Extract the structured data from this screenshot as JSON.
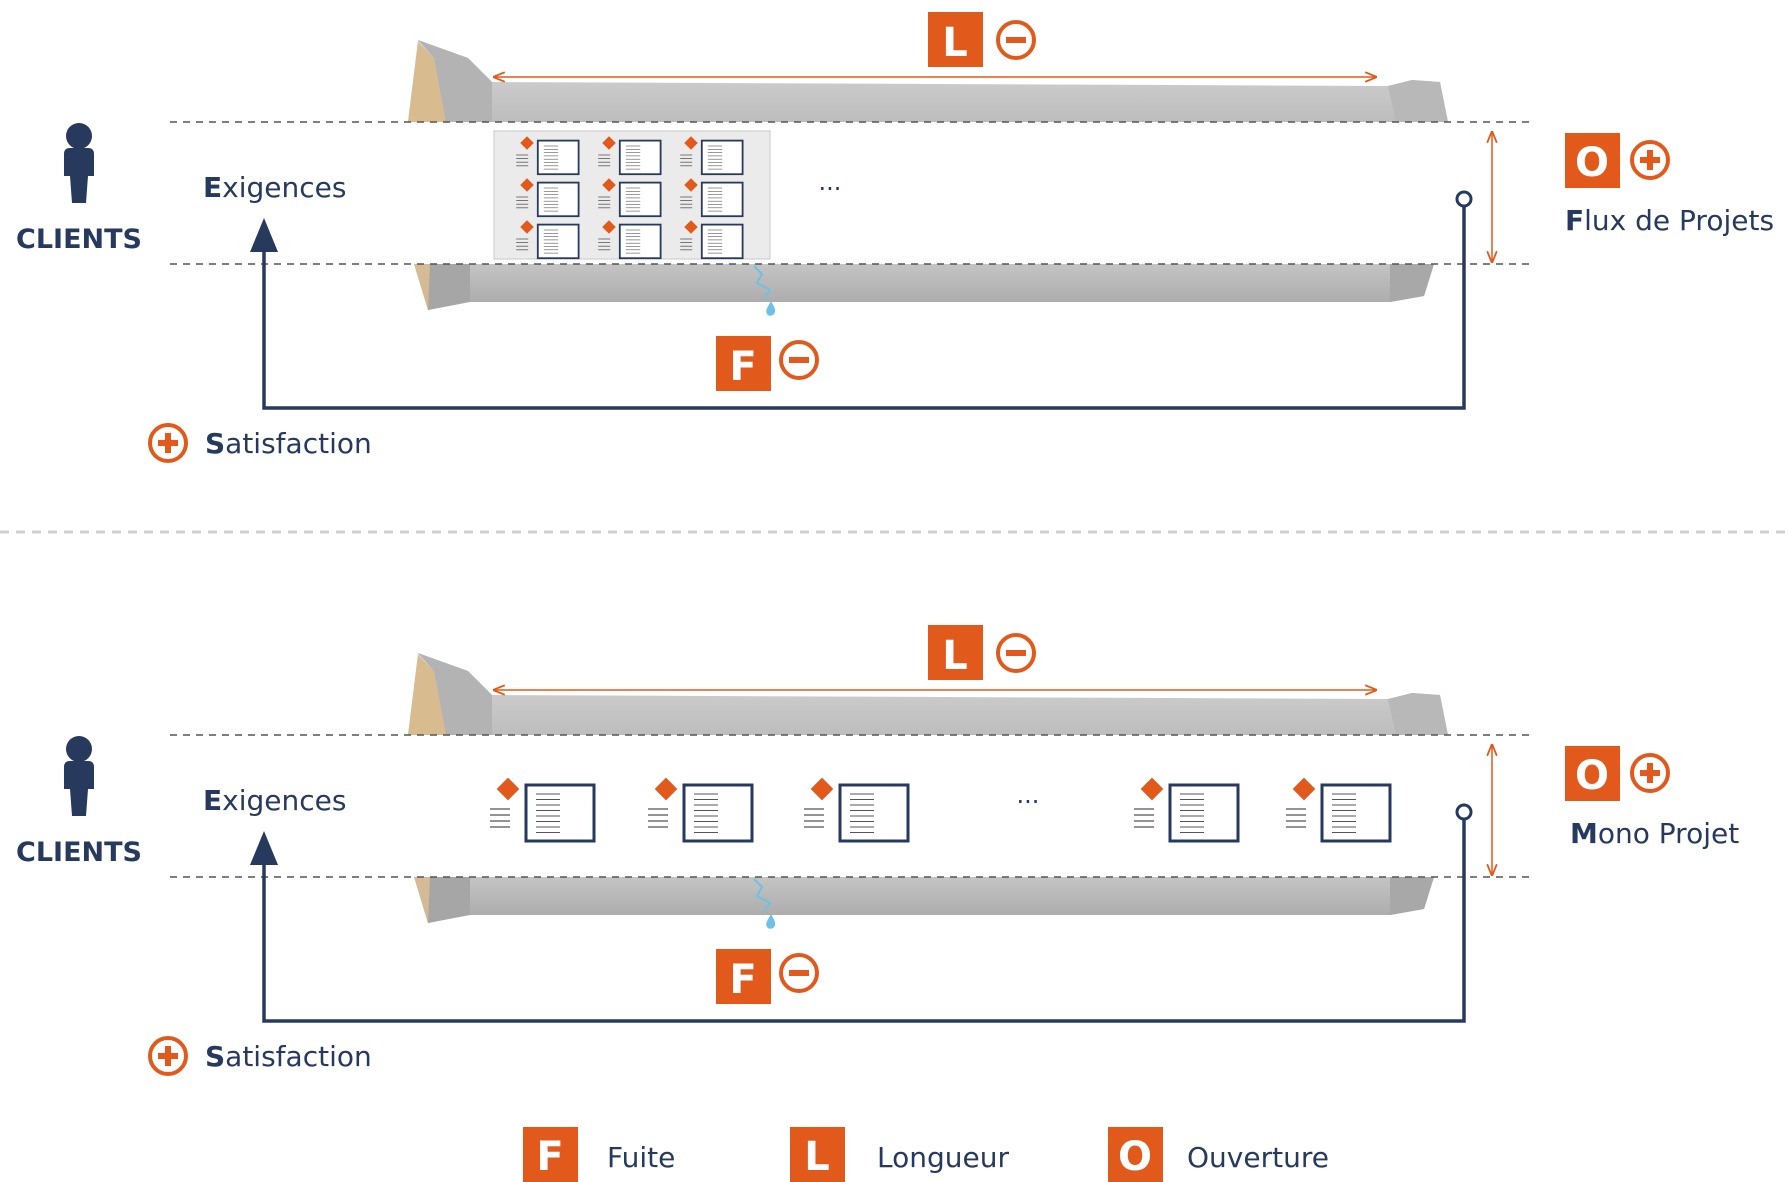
{
  "colors": {
    "navy": "#273a5e",
    "orange": "#e15a1c",
    "pipe": "#c9c9c9",
    "pipe_dark": "#a9a9a9",
    "sand": "#d8bb8e",
    "water": "#6ec1e4",
    "gray_panel": "#ebebeb"
  },
  "top": {
    "clients_label": "CLIENTS",
    "exigences_initial": "E",
    "exigences_rest": "xigences",
    "ellipsis": "...",
    "length_letter": "L",
    "fuite_letter": "F",
    "ouverture_letter": "O",
    "project_initial": "F",
    "project_rest": "lux de Projets",
    "satisfaction_initial": "S",
    "satisfaction_rest": "atisfaction"
  },
  "bottom": {
    "clients_label": "CLIENTS",
    "exigences_initial": "E",
    "exigences_rest": "xigences",
    "ellipsis": "...",
    "length_letter": "L",
    "fuite_letter": "F",
    "ouverture_letter": "O",
    "project_initial": "M",
    "project_rest": "ono Projet",
    "satisfaction_initial": "S",
    "satisfaction_rest": "atisfaction"
  },
  "legend": [
    {
      "letter": "F",
      "label": "Fuite"
    },
    {
      "letter": "L",
      "label": "Longueur"
    },
    {
      "letter": "O",
      "label": "Ouverture"
    }
  ]
}
